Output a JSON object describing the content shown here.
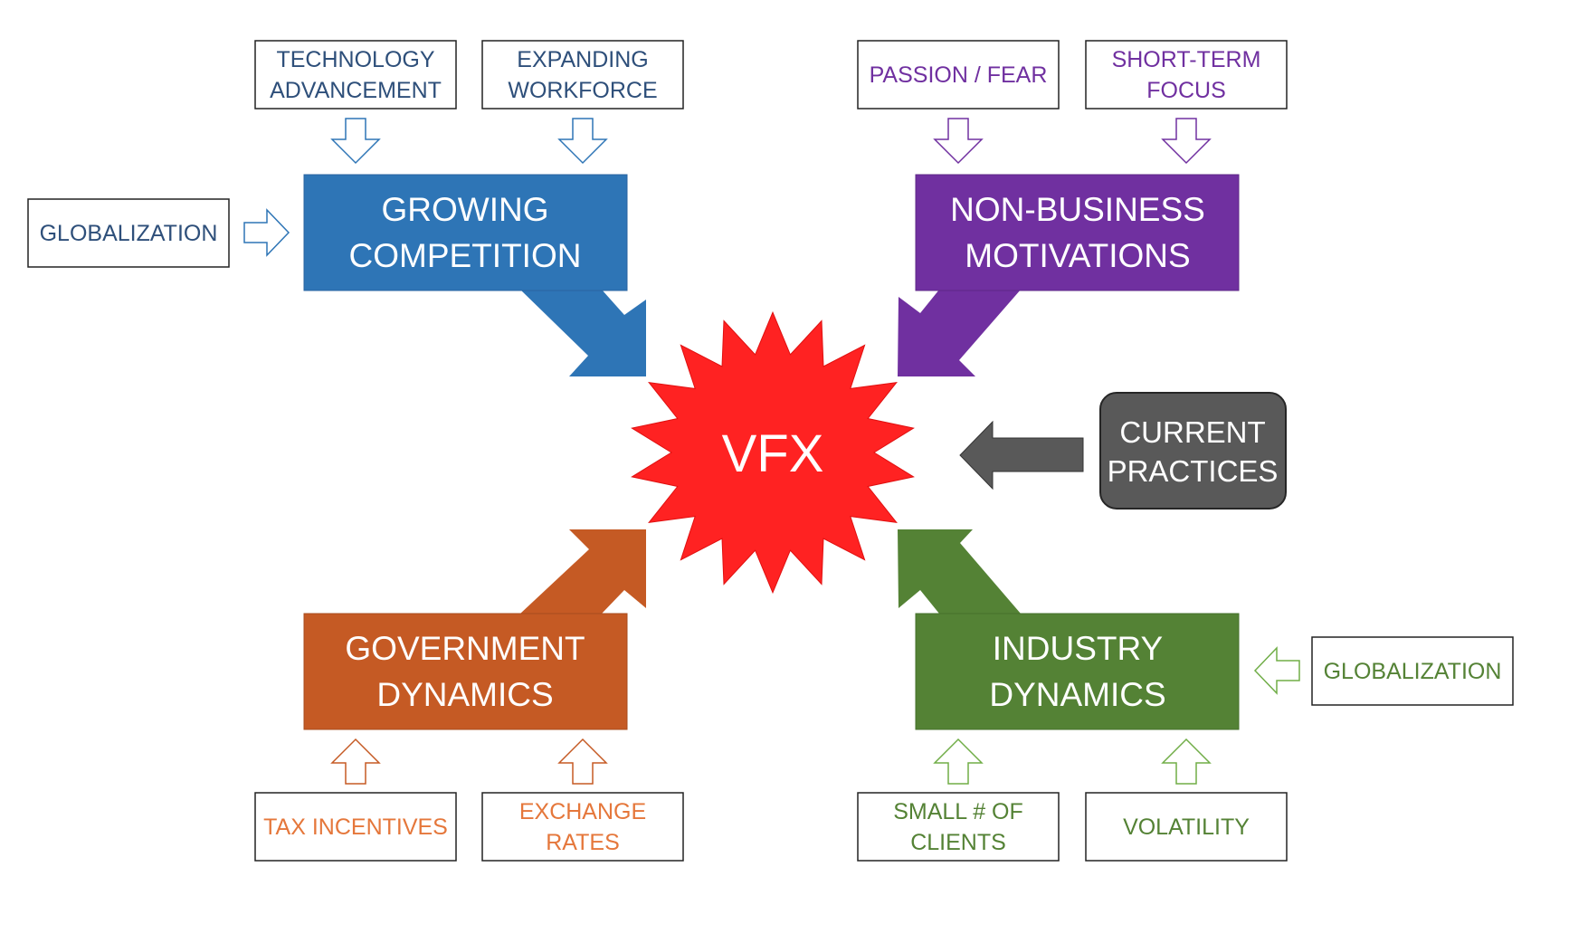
{
  "center": {
    "label": "VFX",
    "color": "#ff2222"
  },
  "colors": {
    "blue": "#2e75b6",
    "blue_text": "#2e4f7a",
    "purple": "#7030a0",
    "purple_text": "#7030a0",
    "orange": "#c55a24",
    "orange_text": "#e5773b",
    "green": "#548235",
    "green_text": "#548235",
    "gray": "#595959",
    "box_border": "#222222"
  },
  "main_boxes": {
    "growing_competition": {
      "lines": [
        "GROWING",
        "COMPETITION"
      ]
    },
    "non_business_motivations": {
      "lines": [
        "NON-BUSINESS",
        "MOTIVATIONS"
      ]
    },
    "government_dynamics": {
      "lines": [
        "GOVERNMENT",
        "DYNAMICS"
      ]
    },
    "industry_dynamics": {
      "lines": [
        "INDUSTRY",
        "DYNAMICS"
      ]
    },
    "current_practices": {
      "lines": [
        "CURRENT",
        "PRACTICES"
      ]
    }
  },
  "factors": {
    "technology_advancement": {
      "lines": [
        "TECHNOLOGY",
        "ADVANCEMENT"
      ]
    },
    "expanding_workforce": {
      "lines": [
        "EXPANDING",
        "WORKFORCE"
      ]
    },
    "globalization_left": {
      "lines": [
        "GLOBALIZATION"
      ]
    },
    "passion_fear": {
      "lines": [
        "PASSION / FEAR"
      ]
    },
    "short_term_focus": {
      "lines": [
        "SHORT-TERM",
        "FOCUS"
      ]
    },
    "tax_incentives": {
      "lines": [
        "TAX INCENTIVES"
      ]
    },
    "exchange_rates": {
      "lines": [
        "EXCHANGE",
        "RATES"
      ]
    },
    "small_clients": {
      "lines": [
        "SMALL # OF",
        "CLIENTS"
      ]
    },
    "volatility": {
      "lines": [
        "VOLATILITY"
      ]
    },
    "globalization_right": {
      "lines": [
        "GLOBALIZATION"
      ]
    }
  },
  "icons": {
    "arrow_down_outline": "arrow-down-outline-icon",
    "arrow_up_outline": "arrow-up-outline-icon",
    "arrow_right_outline": "arrow-right-outline-icon",
    "arrow_left_outline": "arrow-left-outline-icon"
  }
}
